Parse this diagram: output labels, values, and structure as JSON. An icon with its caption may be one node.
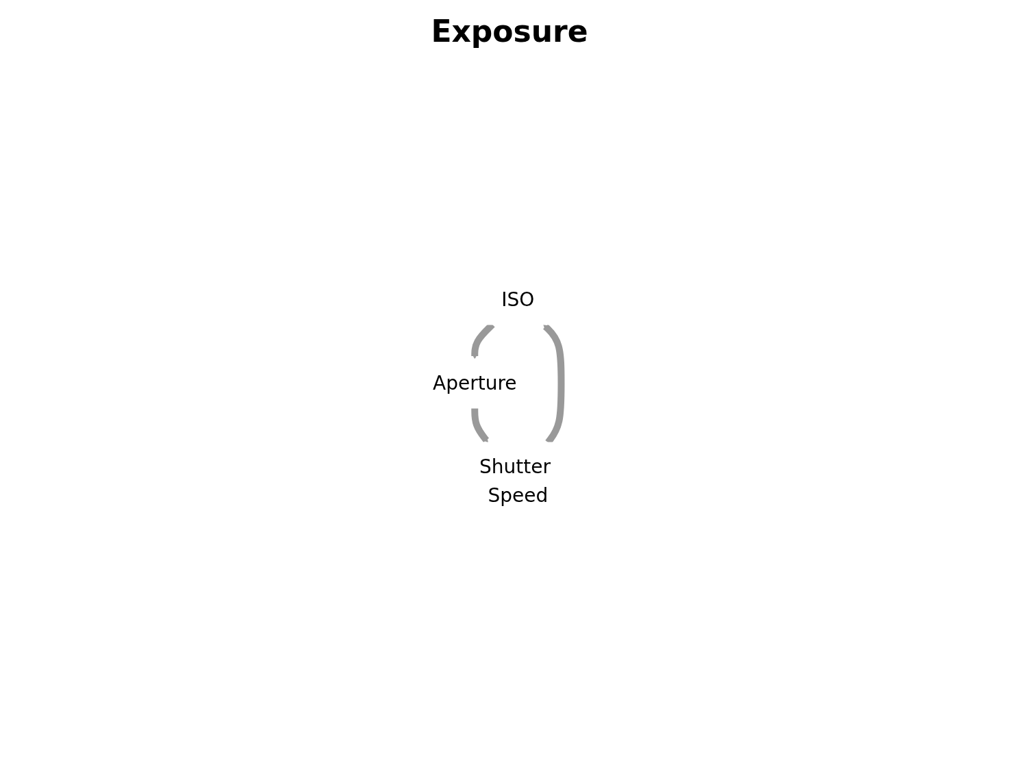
{
  "diagram": {
    "title": "Exposure",
    "nodes": [
      {
        "text": [
          "ISO"
        ]
      },
      {
        "text": [
          "Aperture"
        ]
      },
      {
        "text": [
          "Shutter Speed"
        ]
      }
    ],
    "edges": [
      {
        "from": 0,
        "to": 1,
        "arrow": "to"
      },
      {
        "from": 1,
        "to": 2,
        "arrow": "to"
      },
      {
        "from": 2,
        "to": 0,
        "arrow": "to"
      }
    ]
  }
}
